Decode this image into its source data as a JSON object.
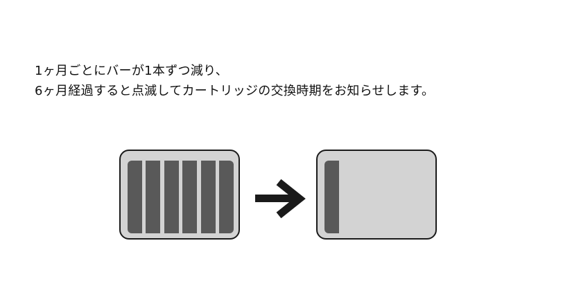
{
  "description_text": {
    "line1": "1ヶ月ごとにバーが1本ずつ減り、",
    "line2": "6ヶ月経過すると点滅してカートリッジの交換時期をお知らせします。"
  },
  "indicator": {
    "before_bars": 6,
    "after_bars": 1,
    "max_bars": 6
  }
}
